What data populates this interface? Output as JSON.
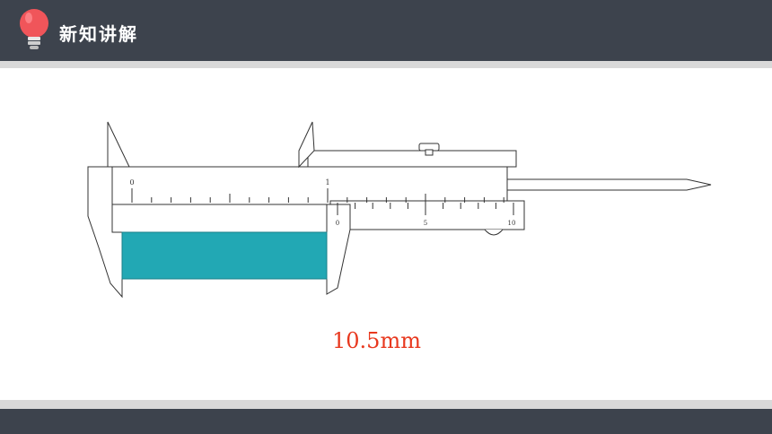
{
  "header": {
    "title": "新知讲解",
    "icon": "lightbulb-icon",
    "bar_color": "#3d434d",
    "bulb_color": "#f0555a"
  },
  "caliper": {
    "main_scale_labels": [
      "0",
      "1"
    ],
    "vernier_scale_labels": [
      "0",
      "5",
      "10"
    ],
    "object_color": "#22a8b4"
  },
  "measurement": {
    "reading": "10.5mm",
    "color": "#e8381e"
  }
}
